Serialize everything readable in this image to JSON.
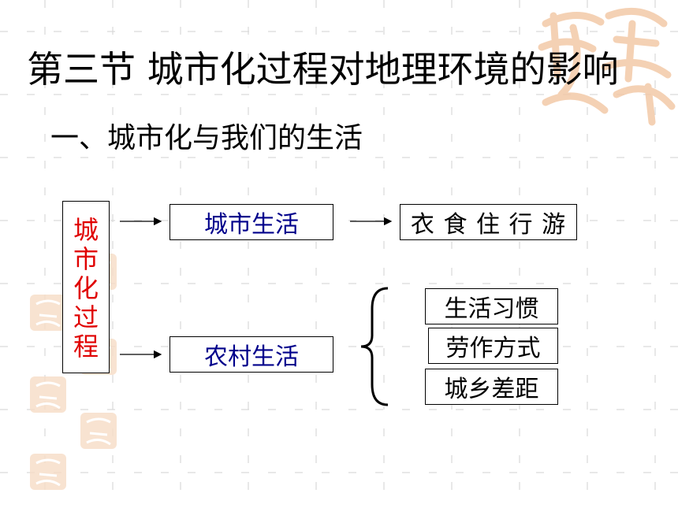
{
  "slide": {
    "title": "第三节  城市化过程对地理环境的影响",
    "subtitle": "一、城市化与我们的生活"
  },
  "diagram": {
    "process": {
      "chars": [
        "城",
        "市",
        "化",
        "过",
        "程"
      ]
    },
    "urban_life": "城市生活",
    "rural_life": "农村生活",
    "urban_effect": "衣 食 住 行 游",
    "rural_effects": [
      "生活习惯",
      "劳作方式",
      "城乡差距"
    ]
  },
  "colors": {
    "process_text": "#e00000",
    "life_text": "#00008b",
    "seal": "#f3c9a8"
  },
  "icons": {
    "seal": "decorative-seal-icon"
  }
}
